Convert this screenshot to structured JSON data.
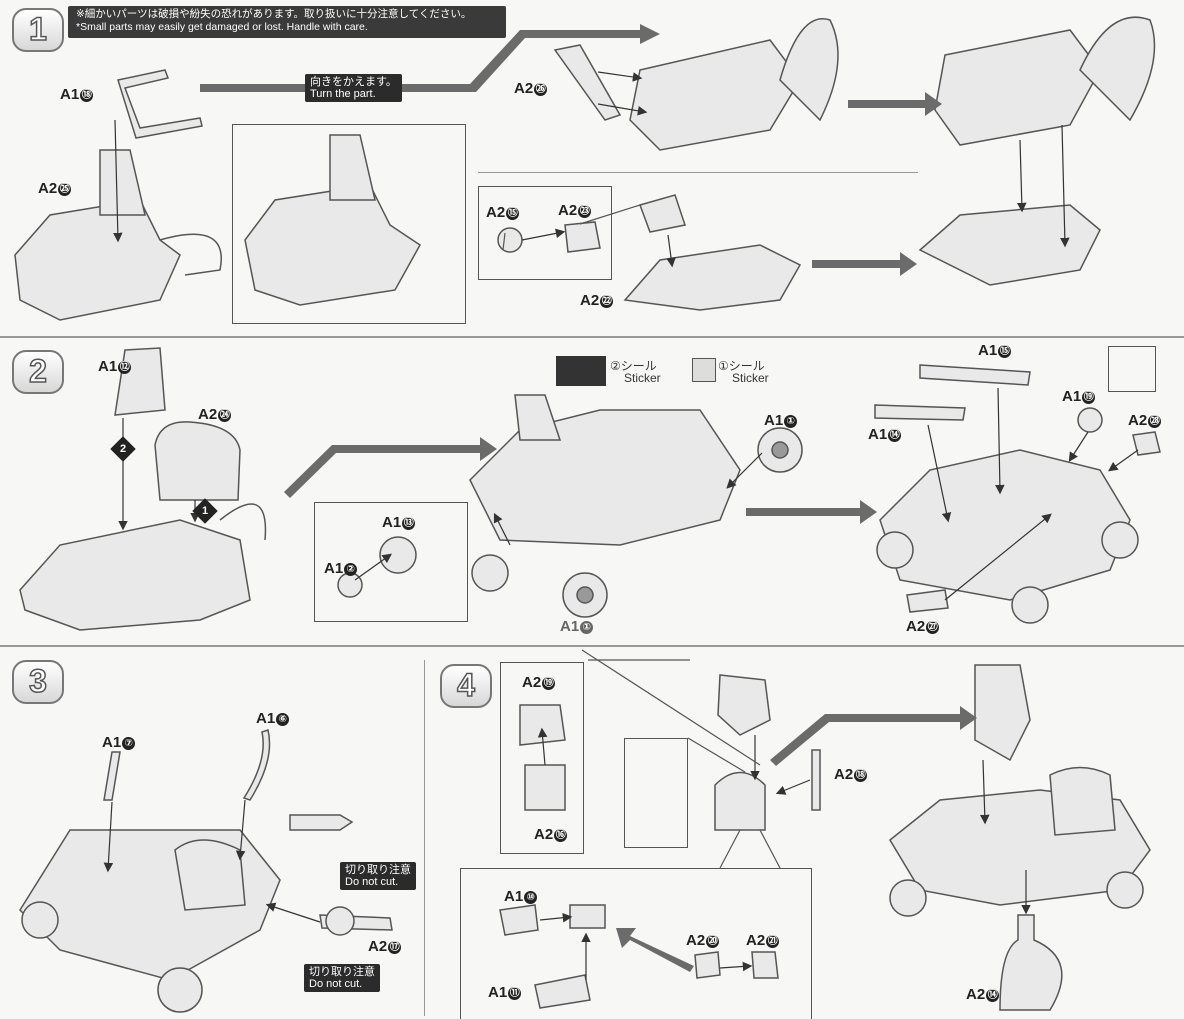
{
  "warning": {
    "jp": "※細かいパーツは破損や紛失の恐れがあります。取り扱いに十分注意してください。",
    "en": "*Small parts may easily get damaged or lost.  Handle with care."
  },
  "steps": [
    "1",
    "2",
    "3",
    "4"
  ],
  "step1": {
    "turn_note_jp": "向きをかえます。",
    "turn_note_en": "Turn the part.",
    "parts": {
      "a18": {
        "runner": "A1",
        "num": "⑱"
      },
      "a25": {
        "runner": "A2",
        "num": "㉕"
      },
      "a26": {
        "runner": "A2",
        "num": "㉖"
      },
      "a15": {
        "runner": "A2",
        "num": "⑮"
      },
      "a23": {
        "runner": "A2",
        "num": "㉓"
      },
      "a22": {
        "runner": "A2",
        "num": "㉒"
      }
    }
  },
  "step2": {
    "sticker2": {
      "num": "②",
      "jp": "シール",
      "en": "Sticker"
    },
    "sticker1": {
      "num": "①",
      "jp": "シール",
      "en": "Sticker"
    },
    "order_1": "1",
    "order_2": "2",
    "parts": {
      "a12": {
        "runner": "A1",
        "num": "⑫"
      },
      "a24": {
        "runner": "A2",
        "num": "㉔"
      },
      "a13": {
        "runner": "A1",
        "num": "⑬"
      },
      "a2": {
        "runner": "A1",
        "num": "②"
      },
      "a1a": {
        "runner": "A1",
        "num": "①"
      },
      "a1b": {
        "runner": "A1",
        "num": "①"
      },
      "a15b": {
        "runner": "A1",
        "num": "⑮"
      },
      "a14": {
        "runner": "A1",
        "num": "⑭"
      },
      "a19": {
        "runner": "A1",
        "num": "⑲"
      },
      "a28": {
        "runner": "A2",
        "num": "㉘"
      },
      "a27": {
        "runner": "A2",
        "num": "㉗"
      }
    }
  },
  "step3": {
    "caution_jp": "切り取り注意",
    "caution_en": "Do not cut.",
    "parts": {
      "a7": {
        "runner": "A1",
        "num": "⑦"
      },
      "a6": {
        "runner": "A1",
        "num": "⑥"
      },
      "a17": {
        "runner": "A2",
        "num": "⑰"
      }
    }
  },
  "step4": {
    "parts": {
      "a19": {
        "runner": "A2",
        "num": "⑲"
      },
      "a16": {
        "runner": "A2",
        "num": "⑯"
      },
      "a18": {
        "runner": "A2",
        "num": "⑱"
      },
      "a10": {
        "runner": "A1",
        "num": "⑩"
      },
      "a11": {
        "runner": "A1",
        "num": "⑪"
      },
      "a20": {
        "runner": "A2",
        "num": "⑳"
      },
      "a21": {
        "runner": "A2",
        "num": "㉑"
      },
      "a14": {
        "runner": "A2",
        "num": "⑭"
      }
    }
  },
  "colors": {
    "arrow": "#6b6b6b",
    "part": "#e9e9e9",
    "outline": "#555555"
  }
}
